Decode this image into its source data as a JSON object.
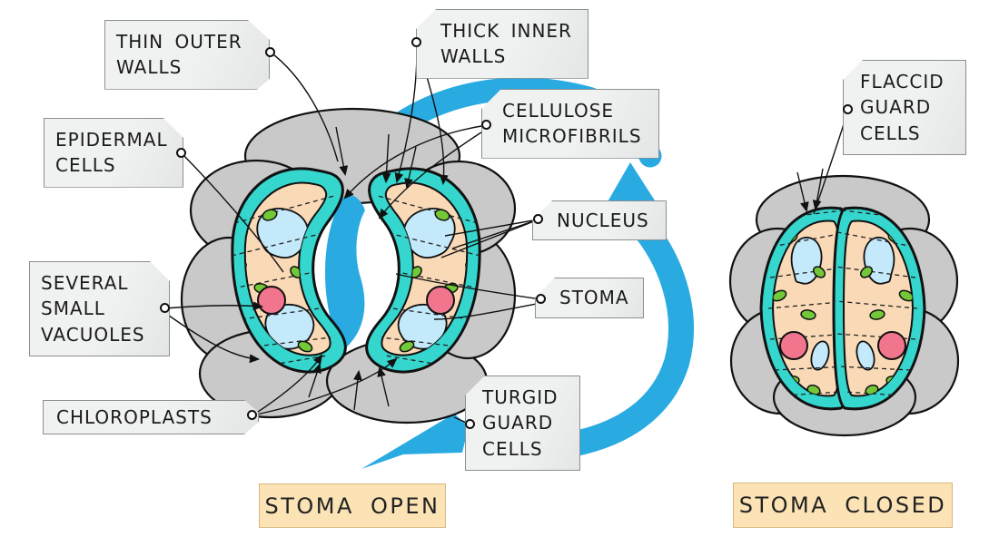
{
  "figure": {
    "subject": "stoma guard cells open and closed states"
  },
  "labels": {
    "thin_outer_walls": "THIN OUTER WALLS",
    "thick_inner_walls": "THICK INNER WALLS",
    "epidermal_cells": "EPIDERMAL CELLS",
    "cellulose_microfibrils": "CELLULOSE MICROFIBRILS",
    "nucleus": "NUCLEUS",
    "stoma": "STOMA",
    "several_small_vacuoles": "SEVERAL SMALL VACUOLES",
    "chloroplasts": "CHLOROPLASTS",
    "turgid_guard_cells": "TURGID GUARD CELLS",
    "flaccid_guard_cells": "FLACCID GUARD CELLS"
  },
  "captions": {
    "stoma_open": "STOMA OPEN",
    "stoma_closed": "STOMA CLOSED"
  },
  "colors": {
    "arrow_blue": "#29abe2",
    "guard_cell_wall_cyan": "#35d6ce",
    "cytoplasm_peach": "#f9d9b6",
    "vacuole_blue": "#c4e9fb",
    "chloroplast_green": "#72c837",
    "nucleus_pink": "#f2758e",
    "epidermal_gray": "#c9c9c9",
    "label_bg_gray": "#e9eaea",
    "caption_bg_peach": "#fbe3b5",
    "outline_black": "#111111"
  }
}
